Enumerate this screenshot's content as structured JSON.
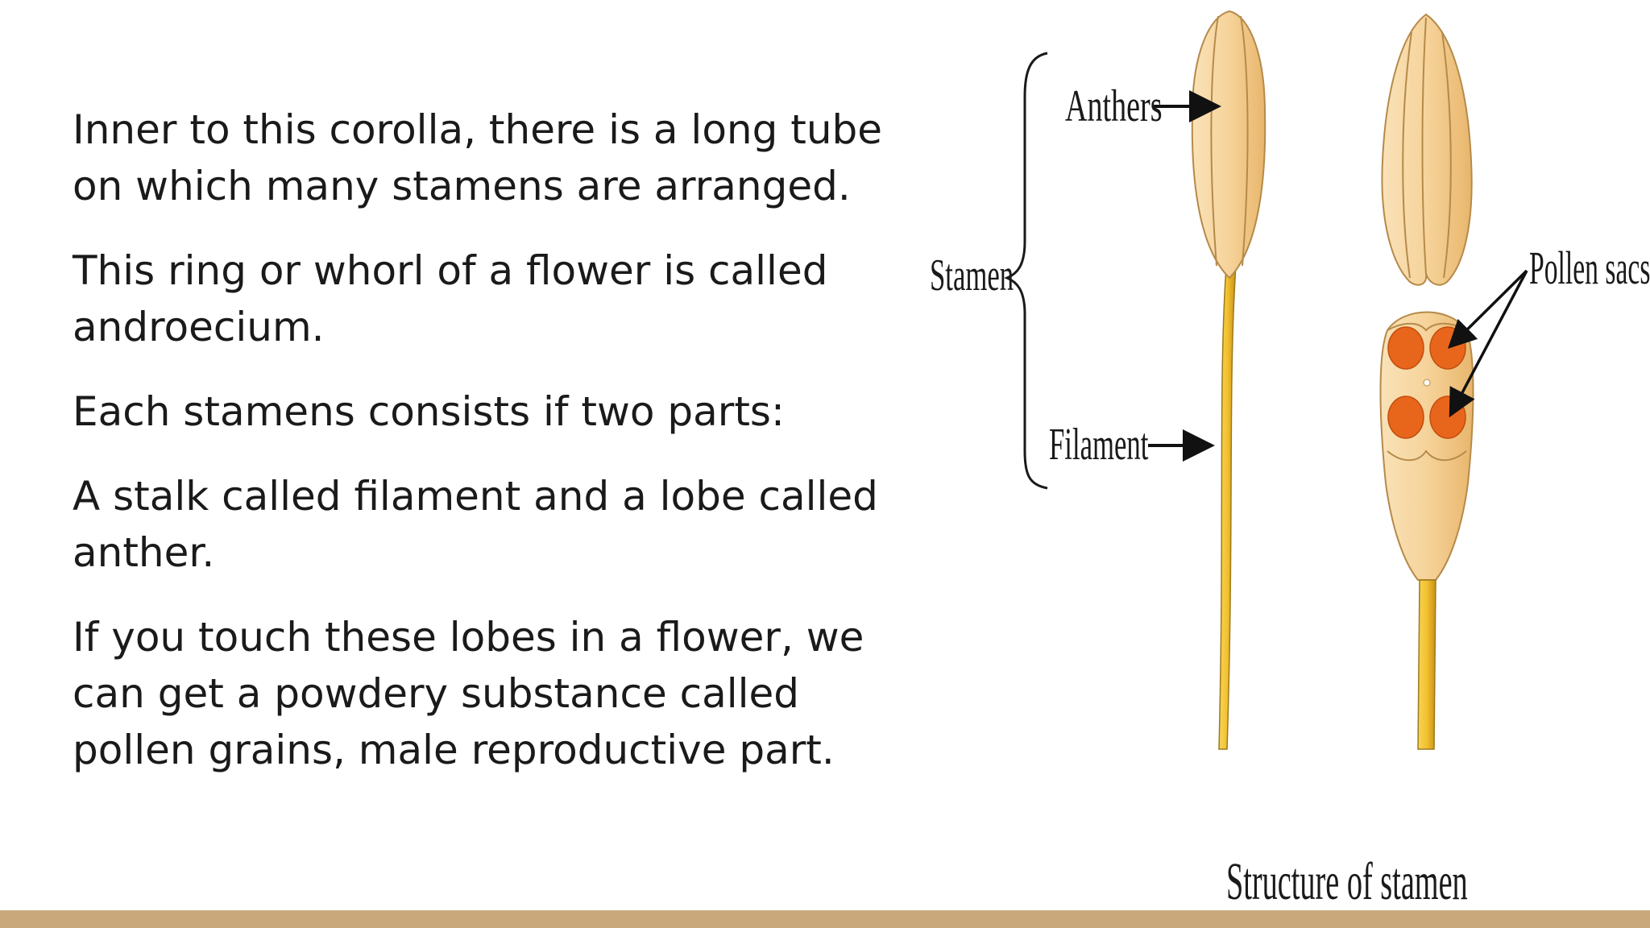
{
  "slide": {
    "paragraphs": [
      "Inner to this corolla, there is a long tube on which many stamens are arranged.",
      "This ring or whorl of a flower is called androecium.",
      "Each stamens consists if two parts:",
      "A stalk called filament and a lobe called anther.",
      "If you touch these lobes  in a flower, we can get a powdery substance called pollen grains, male reproductive part."
    ]
  },
  "diagram": {
    "labels": {
      "anthers": "Anthers",
      "stamen": "Stamen",
      "filament": "Filament",
      "pollen_sacs": "Pollen sacs",
      "caption": "Structure of stamen"
    }
  },
  "colors": {
    "anther_fill": "#f6d39a",
    "filament_fill": "#f2c12e",
    "pollen_sac_fill": "#e8661c",
    "bottom_bar": "#c9a97c"
  }
}
